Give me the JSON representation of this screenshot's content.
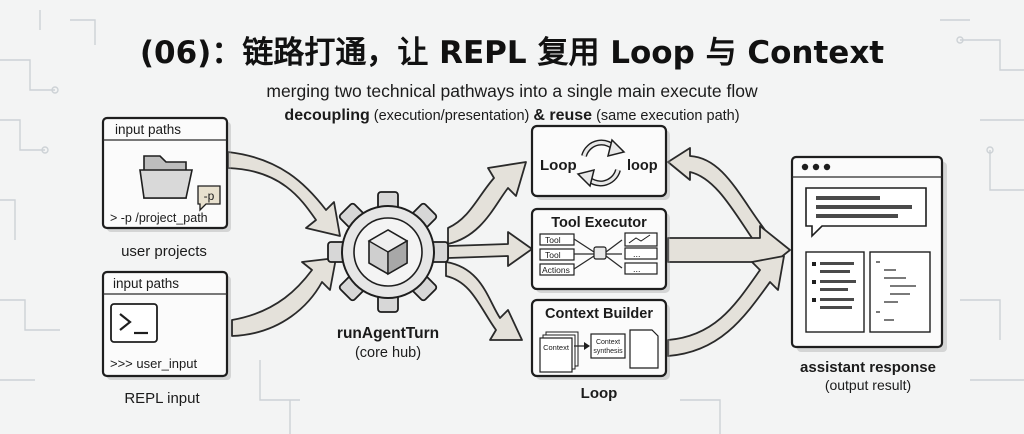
{
  "header": {
    "title": "(06)：链路打通，让 REPL 复用 Loop 与 Context",
    "subtitle": "merging two technical pathways into a single main execute flow",
    "tagline": {
      "part1_bold": "decoupling",
      "part1_rest": " (execution/presentation) ",
      "amp": "& ",
      "part2_bold": "reuse",
      "part2_rest": " (same execution path)"
    }
  },
  "inputs": {
    "top": {
      "header": "input paths",
      "badge": "-p",
      "command": "> -p /project_path",
      "caption": "user projects",
      "icon": "folder-icon"
    },
    "bottom": {
      "header": "input paths",
      "command": ">>> user_input",
      "caption": "REPL input",
      "icon": "terminal-icon"
    }
  },
  "hub": {
    "name": "runAgentTurn",
    "caption": "(core hub)",
    "icon": "gear-cube-icon"
  },
  "modules": {
    "loop": {
      "label_left": "Loop",
      "label_right": "loop",
      "icon": "cycle-icon"
    },
    "tool": {
      "title": "Tool Executor",
      "chips": [
        "Tool",
        "Tool",
        "Actions"
      ],
      "outputs": [
        "...",
        "..."
      ]
    },
    "context": {
      "title": "Context Builder",
      "chip1": "Context",
      "chip2_line1": "Context",
      "chip2_line2": "synthesis",
      "caption": "Loop"
    }
  },
  "output": {
    "caption": "assistant response",
    "subcaption": "(output result)",
    "icon": "browser-window-icon"
  },
  "colors": {
    "background": "#f3f4f4",
    "arrow_fill": "#e4e1da",
    "stroke": "#1e1e1e"
  }
}
